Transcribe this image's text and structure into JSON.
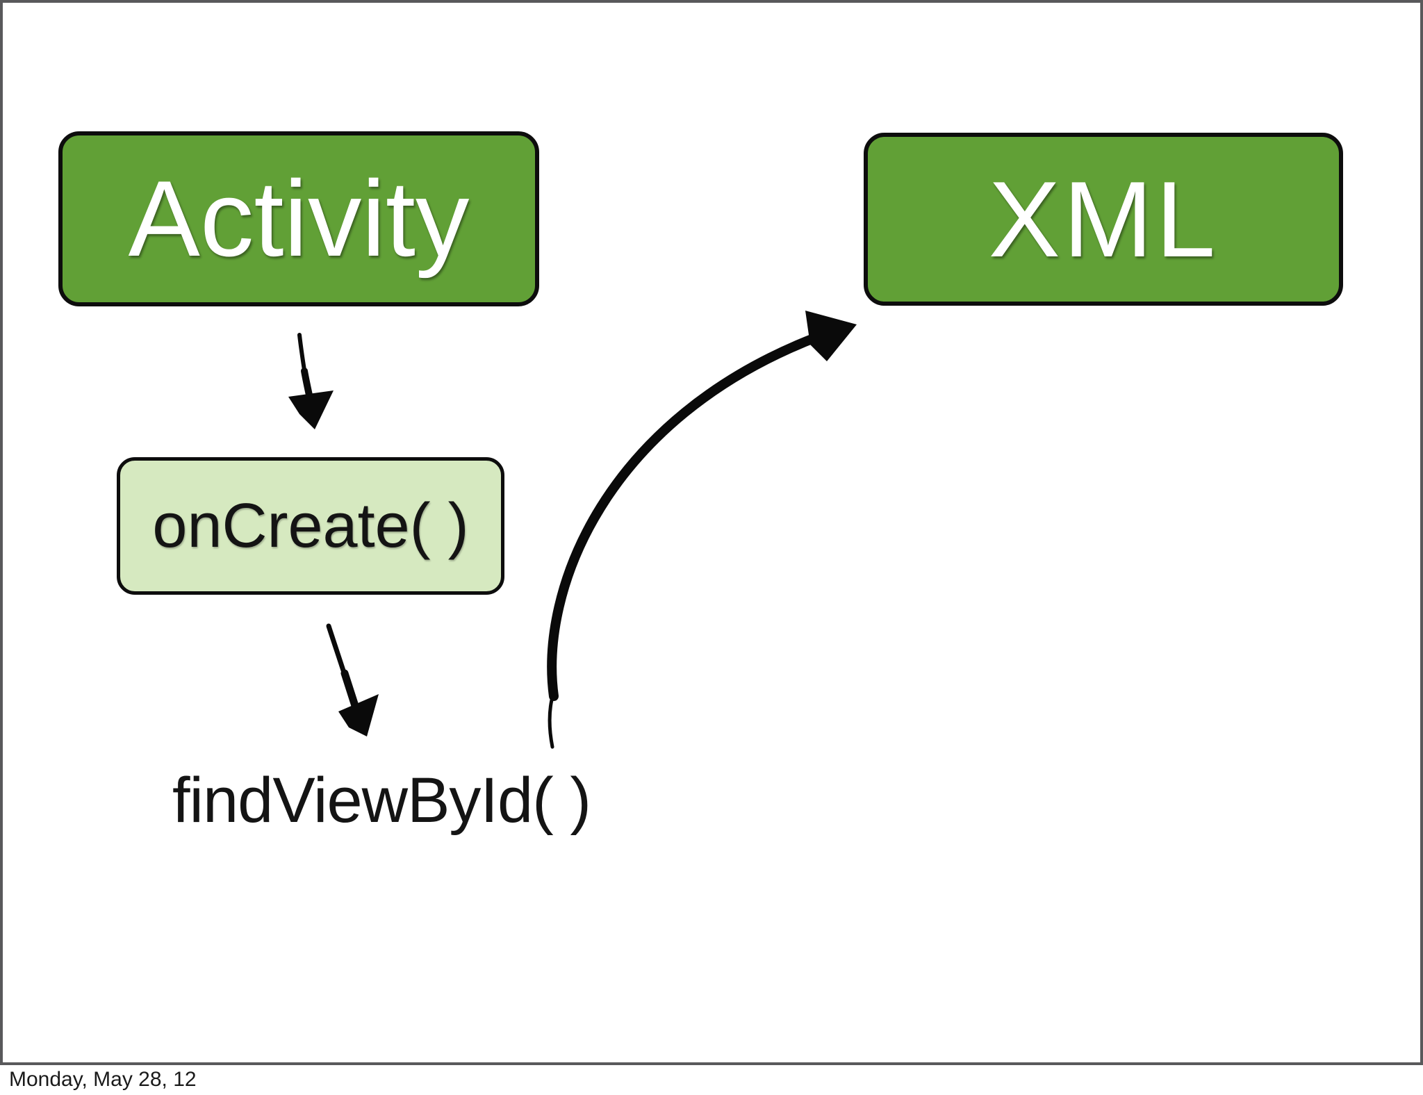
{
  "slide": {
    "footer_date": "Monday, May 28, 12"
  },
  "diagram": {
    "activity_box": {
      "label": "Activity"
    },
    "xml_box": {
      "label": "XML"
    },
    "oncreate_box": {
      "label": "onCreate( )"
    },
    "findviewbyid_label": {
      "label": "findViewById( )"
    },
    "arrows": [
      {
        "name": "activity-to-oncreate",
        "style": "straight-down"
      },
      {
        "name": "oncreate-to-findviewbyid",
        "style": "straight-down-right"
      },
      {
        "name": "findviewbyid-to-xml",
        "style": "curved-up-right"
      }
    ],
    "colors": {
      "background": "#ffffff",
      "slide_border": "#59595b",
      "box_green": "#61a036",
      "box_green_border": "#0d0d0d",
      "box_light_green": "#d6e9c0",
      "box_text_light": "#ffffff",
      "box_text_dark": "#141414",
      "arrow_black": "#0a0a0a",
      "footer_text": "#1a1a1a"
    }
  }
}
